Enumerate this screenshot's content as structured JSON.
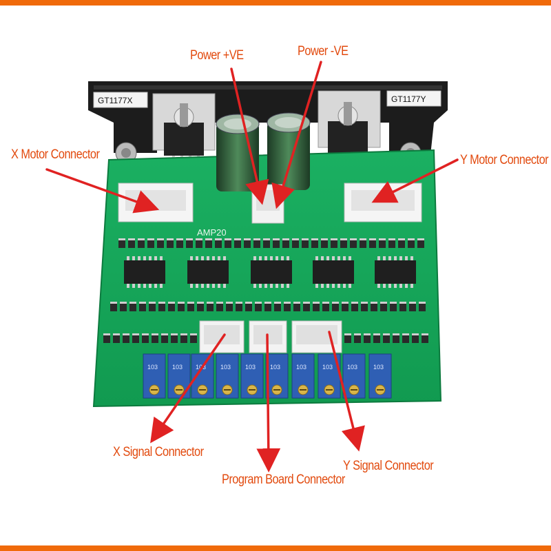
{
  "colors": {
    "border_orange": "#f06a0a",
    "label_orange": "#e24a0e",
    "arrow_red": "#e02222",
    "pcb_green": "#16a75a",
    "heatsink_black": "#1c1c1c",
    "trimpot_blue": "#2f5fb4"
  },
  "labels": {
    "power_pos": "Power +VE",
    "power_neg": "Power -VE",
    "x_motor": "X Motor Connector",
    "y_motor": "Y Motor Connector",
    "x_signal": "X Signal Connector",
    "program_board": "Program Board Connector",
    "y_signal": "Y Signal Connector"
  },
  "board": {
    "left_chip_label": "GT1177X",
    "right_chip_label": "GT1177Y",
    "silkscreen_title": "AMP20",
    "trimpot_code": "103"
  }
}
